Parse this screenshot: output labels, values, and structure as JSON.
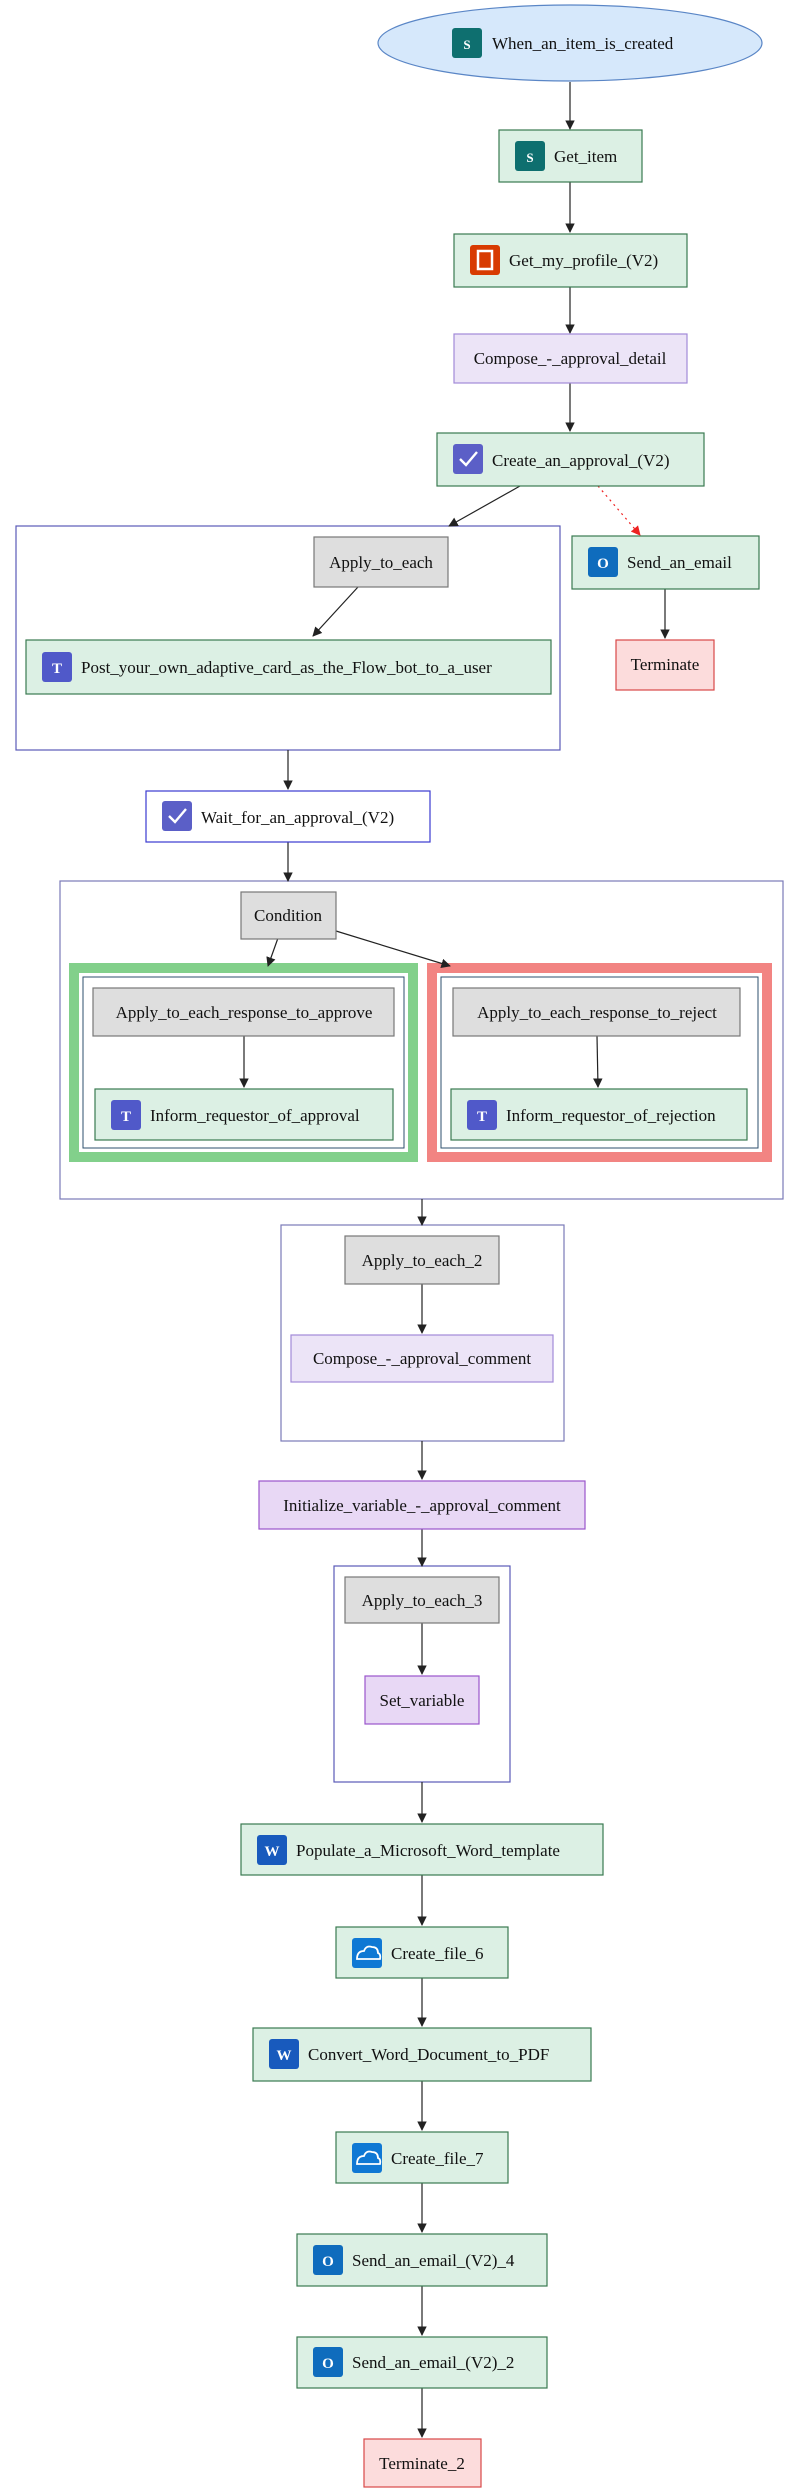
{
  "colors": {
    "action_fill": "#dcf0e4",
    "action_stroke": "#3a7a50",
    "compose_fill": "#ece4f7",
    "compose_stroke": "#a28ad8",
    "variable_fill": "#e8d8f5",
    "variable_stroke": "#9a55cc",
    "loop_fill": "#dedede",
    "loop_stroke": "#777777",
    "terminate_fill": "#fcdcdc",
    "terminate_stroke": "#d84848",
    "trigger_fill": "#d6e8fb",
    "trigger_stroke": "#5a86c6",
    "cluster_stroke": "#5a5ab8",
    "yes_branch": "#82d08b",
    "no_branch": "#f28482",
    "edge": "#222222",
    "error_edge": "#ee2222",
    "sharepoint": "#0e6f6f",
    "office": "#d83b01",
    "teams": "#5059c9",
    "approvals": "#5b5fc7",
    "outlook": "#0f6cbd",
    "word": "#185abd",
    "onedrive": "#0f78d4"
  },
  "nodes": {
    "trigger": "When_an_item_is_created",
    "get_item": "Get_item",
    "get_profile": "Get_my_profile_(V2)",
    "compose_detail": "Compose_-_approval_detail",
    "create_approval": "Create_an_approval_(V2)",
    "apply_each": "Apply_to_each",
    "post_card": "Post_your_own_adaptive_card_as_the_Flow_bot_to_a_user",
    "send_email": "Send_an_email",
    "terminate": "Terminate",
    "wait_approval": "Wait_for_an_approval_(V2)",
    "condition": "Condition",
    "apply_approve": "Apply_to_each_response_to_approve",
    "inform_approval": "Inform_requestor_of_approval",
    "apply_reject": "Apply_to_each_response_to_reject",
    "inform_rejection": "Inform_requestor_of_rejection",
    "apply_each_2": "Apply_to_each_2",
    "compose_comment": "Compose_-_approval_comment",
    "init_variable": "Initialize_variable_-_approval_comment",
    "apply_each_3": "Apply_to_each_3",
    "set_variable": "Set_variable",
    "populate_word": "Populate_a_Microsoft_Word_template",
    "create_file_6": "Create_file_6",
    "convert_pdf": "Convert_Word_Document_to_PDF",
    "create_file_7": "Create_file_7",
    "send_email_4": "Send_an_email_(V2)_4",
    "send_email_2": "Send_an_email_(V2)_2",
    "terminate_2": "Terminate_2"
  }
}
